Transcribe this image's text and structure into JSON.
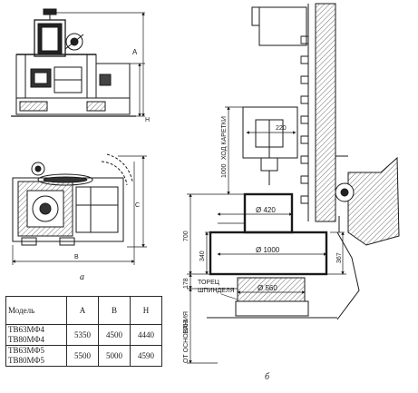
{
  "figure": {
    "label_a": "а",
    "label_b": "б"
  },
  "view_a": {
    "dim_A": "A",
    "dim_B": "B",
    "dim_C": "C",
    "dim_H": "H"
  },
  "view_b": {
    "d_220": "220",
    "travel_1000": "1000",
    "travel_caption": "ХОД КАРЕТКИ",
    "phi_420": "Ø 420",
    "phi_1000": "Ø 1000",
    "phi_560": "Ø 560",
    "d_700": "700",
    "d_340": "340",
    "d_367": "367",
    "d_178": "178",
    "d_1053": "1053",
    "base_caption": "ОТ ОСНОВАНИЯ",
    "spindle_face_line1": "ТОРЕЦ",
    "spindle_face_line2": "ШПИНДЕЛЯ"
  },
  "table": {
    "headers": [
      "Модель",
      "A",
      "B",
      "H"
    ],
    "rows": [
      {
        "models": [
          "ТВ63МФ4",
          "ТВ80МФ4"
        ],
        "A": "5350",
        "B": "4500",
        "H": "4440"
      },
      {
        "models": [
          "ТВ63МФ5",
          "ТВ80МФ5"
        ],
        "A": "5500",
        "B": "5000",
        "H": "4590"
      }
    ]
  }
}
